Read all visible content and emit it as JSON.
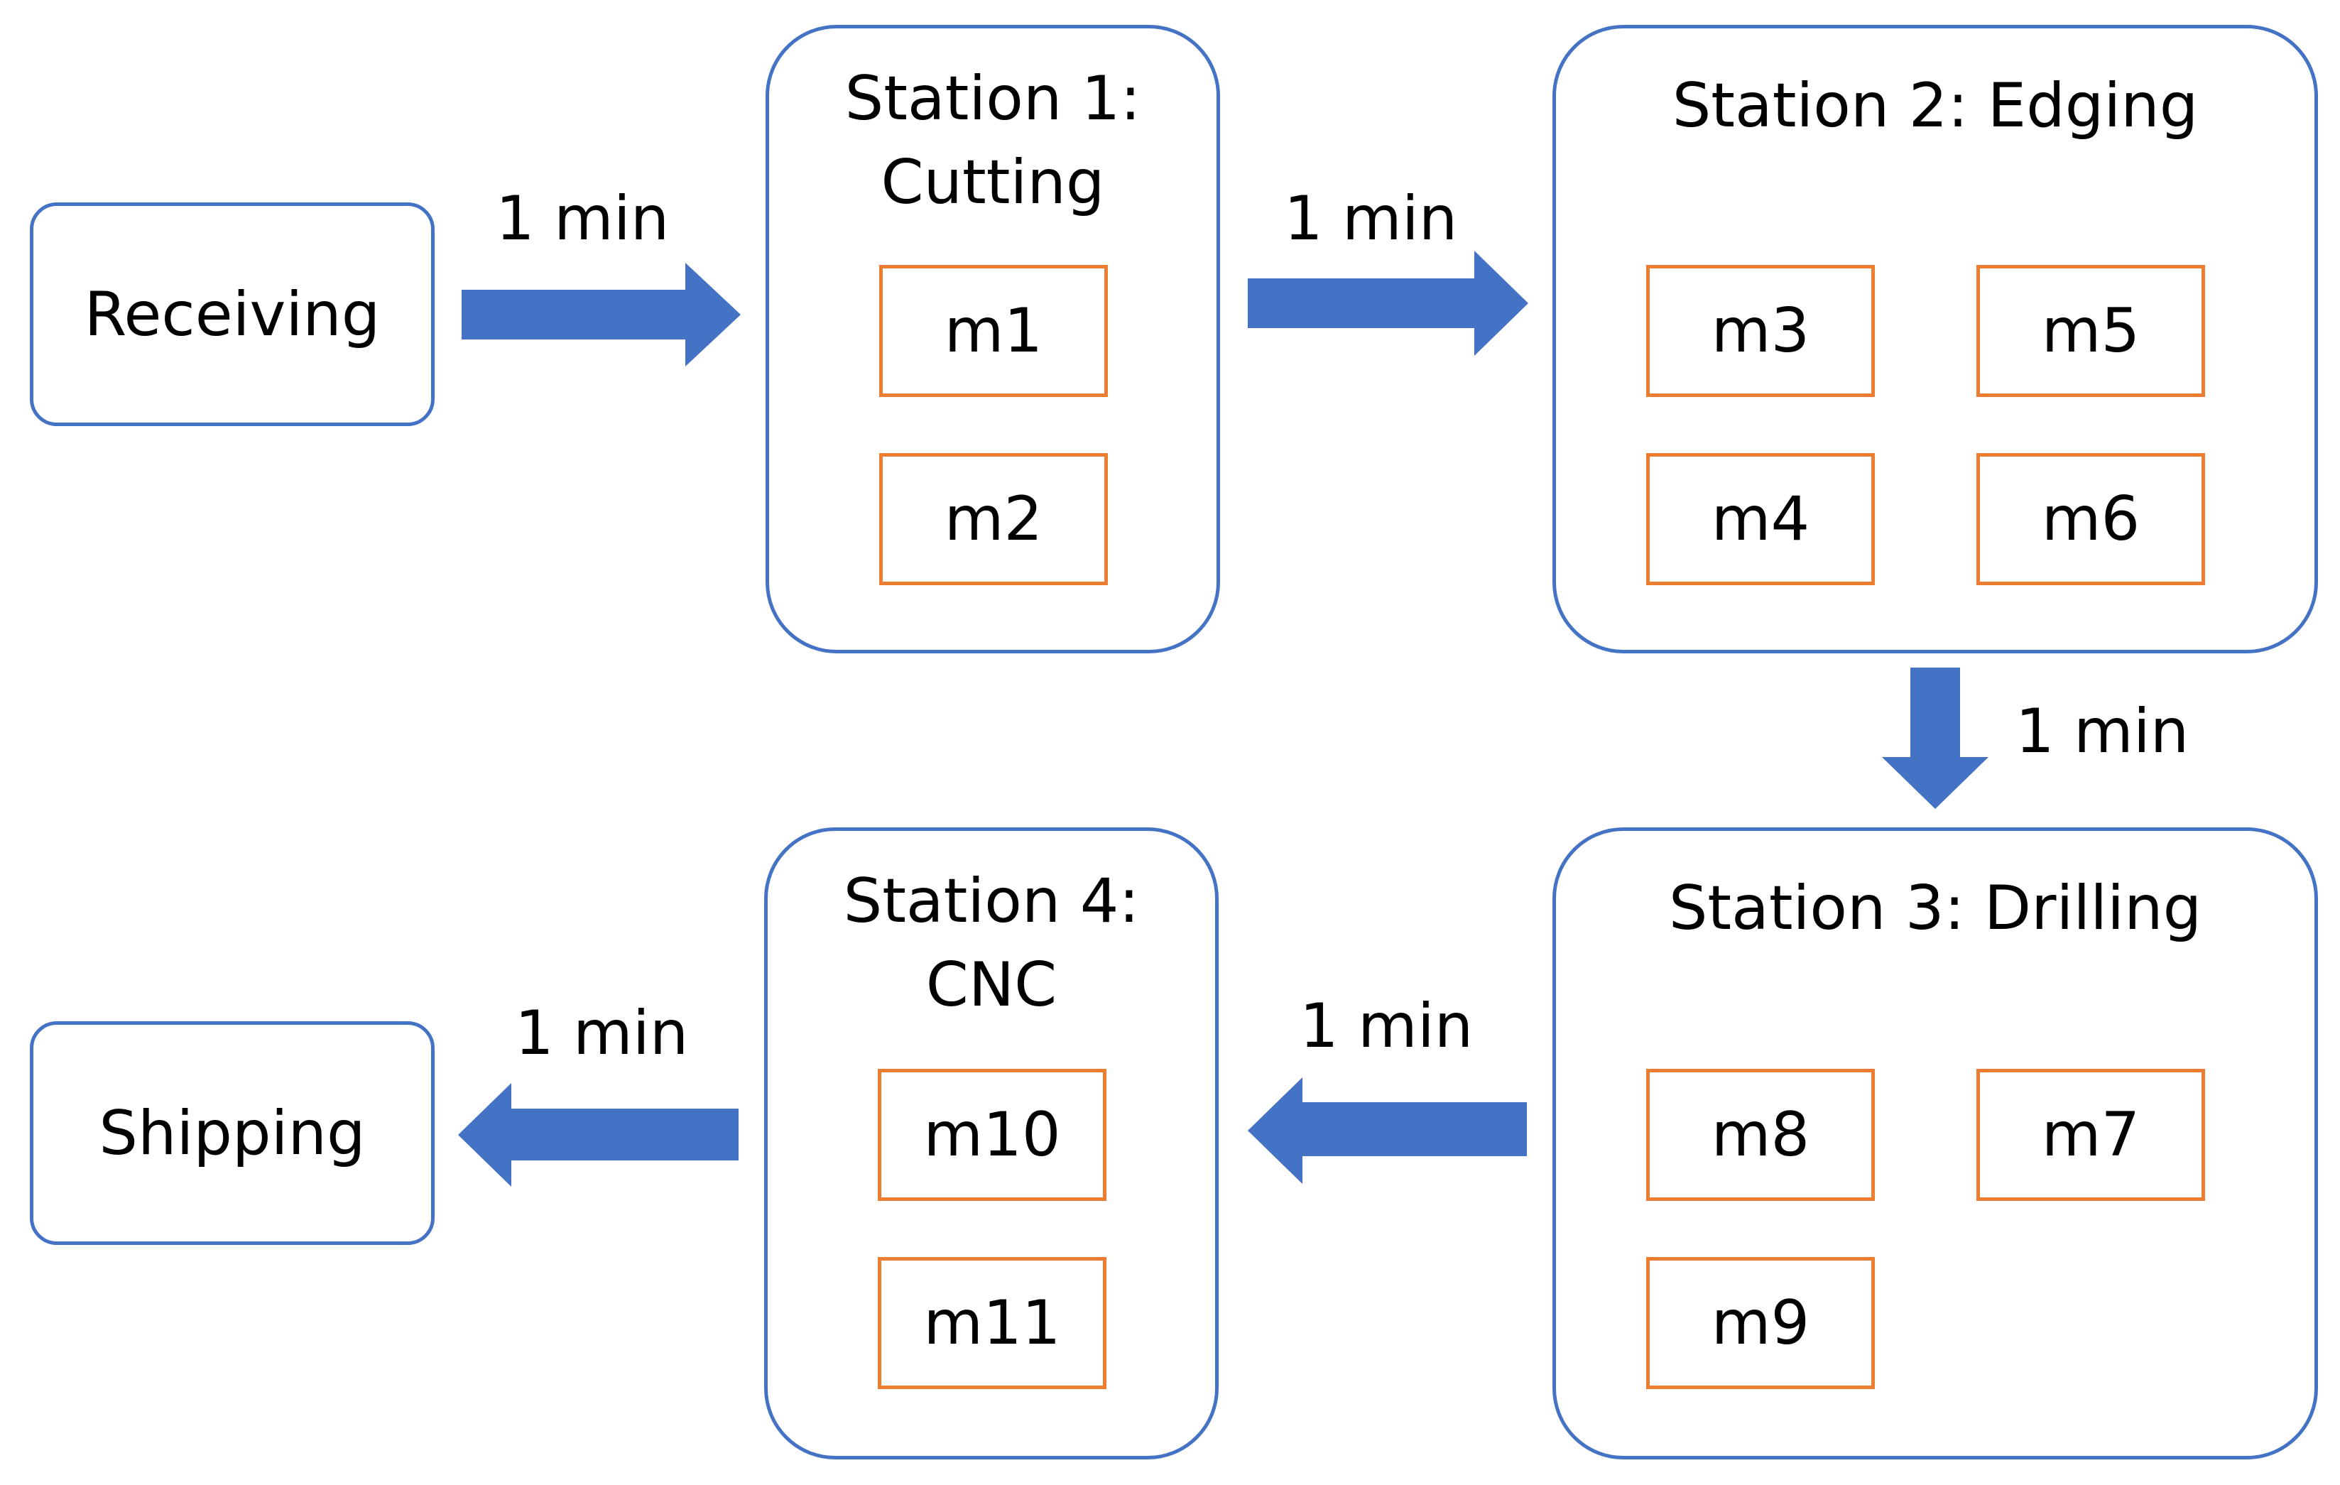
{
  "receiving": "Receiving",
  "shipping": "Shipping",
  "stations": [
    {
      "title": "Station 1:\nCutting",
      "machines": [
        "m1",
        "m2"
      ]
    },
    {
      "title": "Station 2: Edging",
      "machines": [
        "m3",
        "m5",
        "m4",
        "m6"
      ]
    },
    {
      "title": "Station 3: Drilling",
      "machines": [
        "m8",
        "m7",
        "m9"
      ]
    },
    {
      "title": "Station 4:\nCNC",
      "machines": [
        "m10",
        "m11"
      ]
    }
  ],
  "transfers": [
    "1 min",
    "1 min",
    "1 min",
    "1 min",
    "1 min"
  ],
  "colors": {
    "box_border": "#4472C4",
    "arrow": "#4472C4",
    "machine_border": "#ED7D31"
  }
}
